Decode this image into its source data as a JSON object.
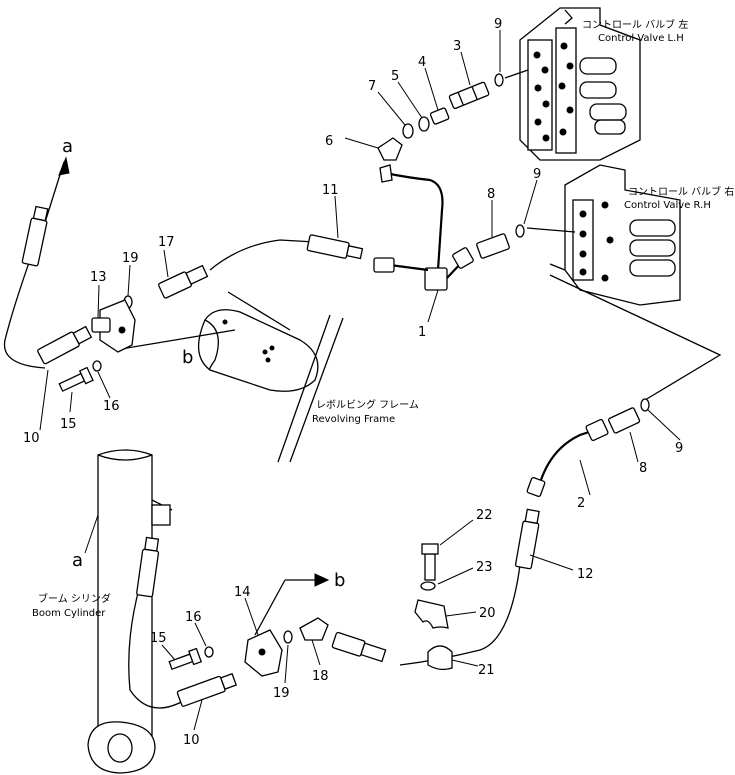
{
  "labels": {
    "control_valve_lh_jp": "コントロール バルブ 左",
    "control_valve_lh_en": "Control Valve L.H",
    "control_valve_rh_jp": "コントロール バルブ 右",
    "control_valve_rh_en": "Control Valve R.H",
    "revolving_frame_jp": "レボルビング フレーム",
    "revolving_frame_en": "Revolving Frame",
    "boom_cylinder_jp": "ブーム シリンダ",
    "boom_cylinder_en": "Boom Cylinder",
    "arrow_a": "a",
    "arrow_b": "b",
    "ref_a": "a",
    "ref_b": "b"
  },
  "callouts": {
    "p1": "1",
    "p2": "2",
    "p3": "3",
    "p4": "4",
    "p5": "5",
    "p6": "6",
    "p7": "7",
    "p8_upper": "8",
    "p8_lower": "8",
    "p9_top": "9",
    "p9_mid": "9",
    "p9_low": "9",
    "p10_upper": "10",
    "p10_lower": "10",
    "p11": "11",
    "p12": "12",
    "p13": "13",
    "p14": "14",
    "p15_upper": "15",
    "p15_lower": "15",
    "p16_upper": "16",
    "p16_lower": "16",
    "p17": "17",
    "p18": "18",
    "p19_upper": "19",
    "p19_lower": "19",
    "p20": "20",
    "p21": "21",
    "p22": "22",
    "p23": "23"
  }
}
